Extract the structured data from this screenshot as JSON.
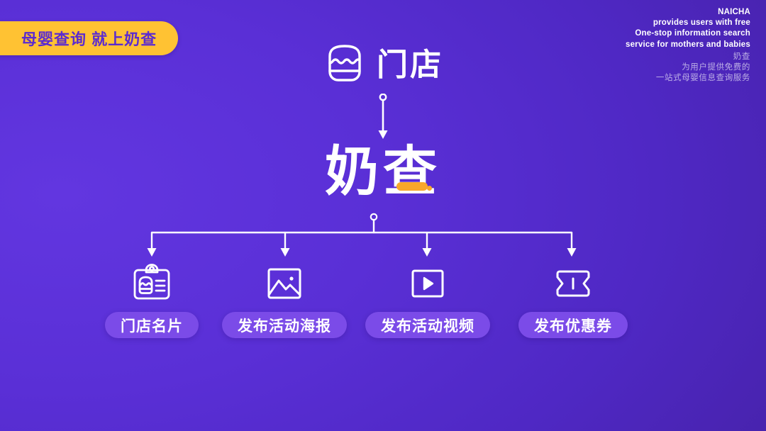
{
  "badge": {
    "text": "母婴查询  就上奶查",
    "bg_color": "#FFC233",
    "text_color": "#5B2BD0"
  },
  "corner": {
    "en_lines": [
      "NAICHA",
      "provides users with free",
      "One-stop information search",
      "service for mothers and babies"
    ],
    "cn_lines": [
      "奶查",
      "为用户提供免费的",
      "一站式母婴信息查询服务"
    ]
  },
  "store_node": {
    "icon": "store-icon",
    "label": "门店"
  },
  "brand": {
    "logo_text": "奶查",
    "accent_color": "#F8A72A"
  },
  "flow": {
    "main_arrow": "down-arrow-with-dot",
    "branch_connector": "tree-branch-connector",
    "branch_count": 4
  },
  "items": [
    {
      "icon": "store-card-icon",
      "label": "门店名片"
    },
    {
      "icon": "image-icon",
      "label": "发布活动海报"
    },
    {
      "icon": "video-play-icon",
      "label": "发布活动视频"
    },
    {
      "icon": "coupon-ticket-icon",
      "label": "发布优惠券"
    }
  ],
  "theme": {
    "background_purple": "#5A2FD6",
    "background_purple_dark": "#4420A2",
    "pill_purple": "#7B4BE8",
    "white": "#FFFFFF"
  }
}
